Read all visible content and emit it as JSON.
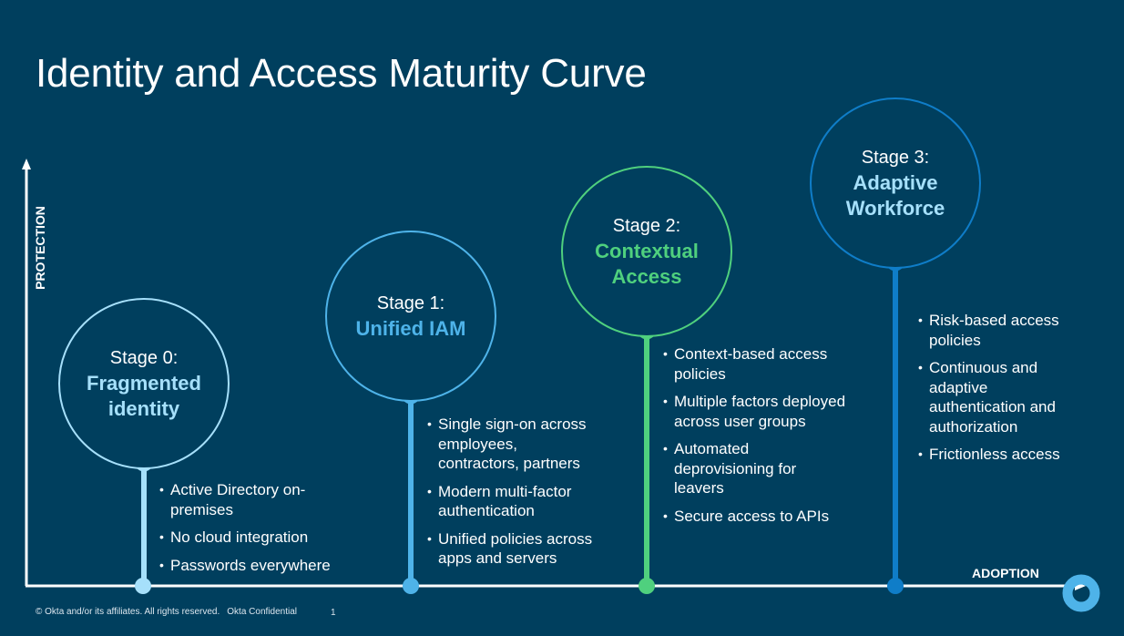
{
  "title": "Identity and Access Maturity Curve",
  "axes": {
    "y_label": "PROTECTION",
    "x_label": "ADOPTION"
  },
  "colors": {
    "background": "#003f5e",
    "axis": "#ffffff",
    "logo": "#4eb3e9"
  },
  "stages": [
    {
      "label": "Stage 0:",
      "name": "Fragmented identity",
      "name_lines": [
        "Fragmented",
        "identity"
      ],
      "color": "#a6e0fb",
      "bullets": [
        "Active Directory on-premises",
        "No cloud integration",
        "Passwords everywhere"
      ]
    },
    {
      "label": "Stage 1:",
      "name": "Unified IAM",
      "name_lines": [
        "Unified IAM"
      ],
      "color": "#4eb3e9",
      "bullets": [
        "Single sign-on across employees, contractors, partners",
        "Modern multi-factor authentication",
        "Unified policies across apps and servers"
      ]
    },
    {
      "label": "Stage 2:",
      "name": "Contextual Access",
      "name_lines": [
        "Contextual",
        "Access"
      ],
      "color": "#4fd07e",
      "bullets": [
        "Context-based access policies",
        "Multiple factors deployed across user groups",
        "Automated deprovisioning for leavers",
        "Secure access to APIs"
      ]
    },
    {
      "label": "Stage 3:",
      "name": "Adaptive Workforce",
      "name_lines": [
        "Adaptive",
        "Workforce"
      ],
      "color": "#0f7dc8",
      "name_color": "#a6e0fb",
      "bullets": [
        "Risk-based access policies",
        "Continuous and adaptive authentication and authorization",
        "Frictionless access"
      ]
    }
  ],
  "footer": {
    "copyright": "© Okta and/or its affiliates. All rights reserved.",
    "confidential": "Okta Confidential",
    "page_number": "1"
  }
}
